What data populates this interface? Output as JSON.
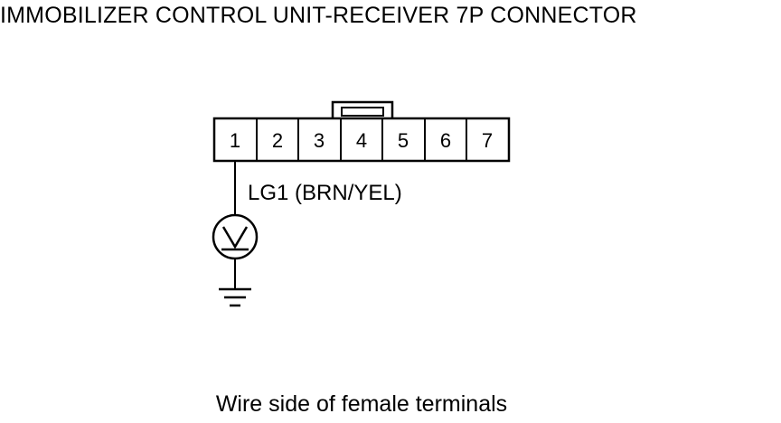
{
  "title": "IMMOBILIZER CONTROL UNIT-RECEIVER 7P CONNECTOR",
  "connector": {
    "pins": [
      "1",
      "2",
      "3",
      "4",
      "5",
      "6",
      "7"
    ]
  },
  "wire": {
    "label": "LG1 (BRN/YEL)",
    "pin": "1"
  },
  "meter_symbol": "voltmeter-icon",
  "ground_symbol": "ground-icon",
  "caption": "Wire side of female terminals"
}
